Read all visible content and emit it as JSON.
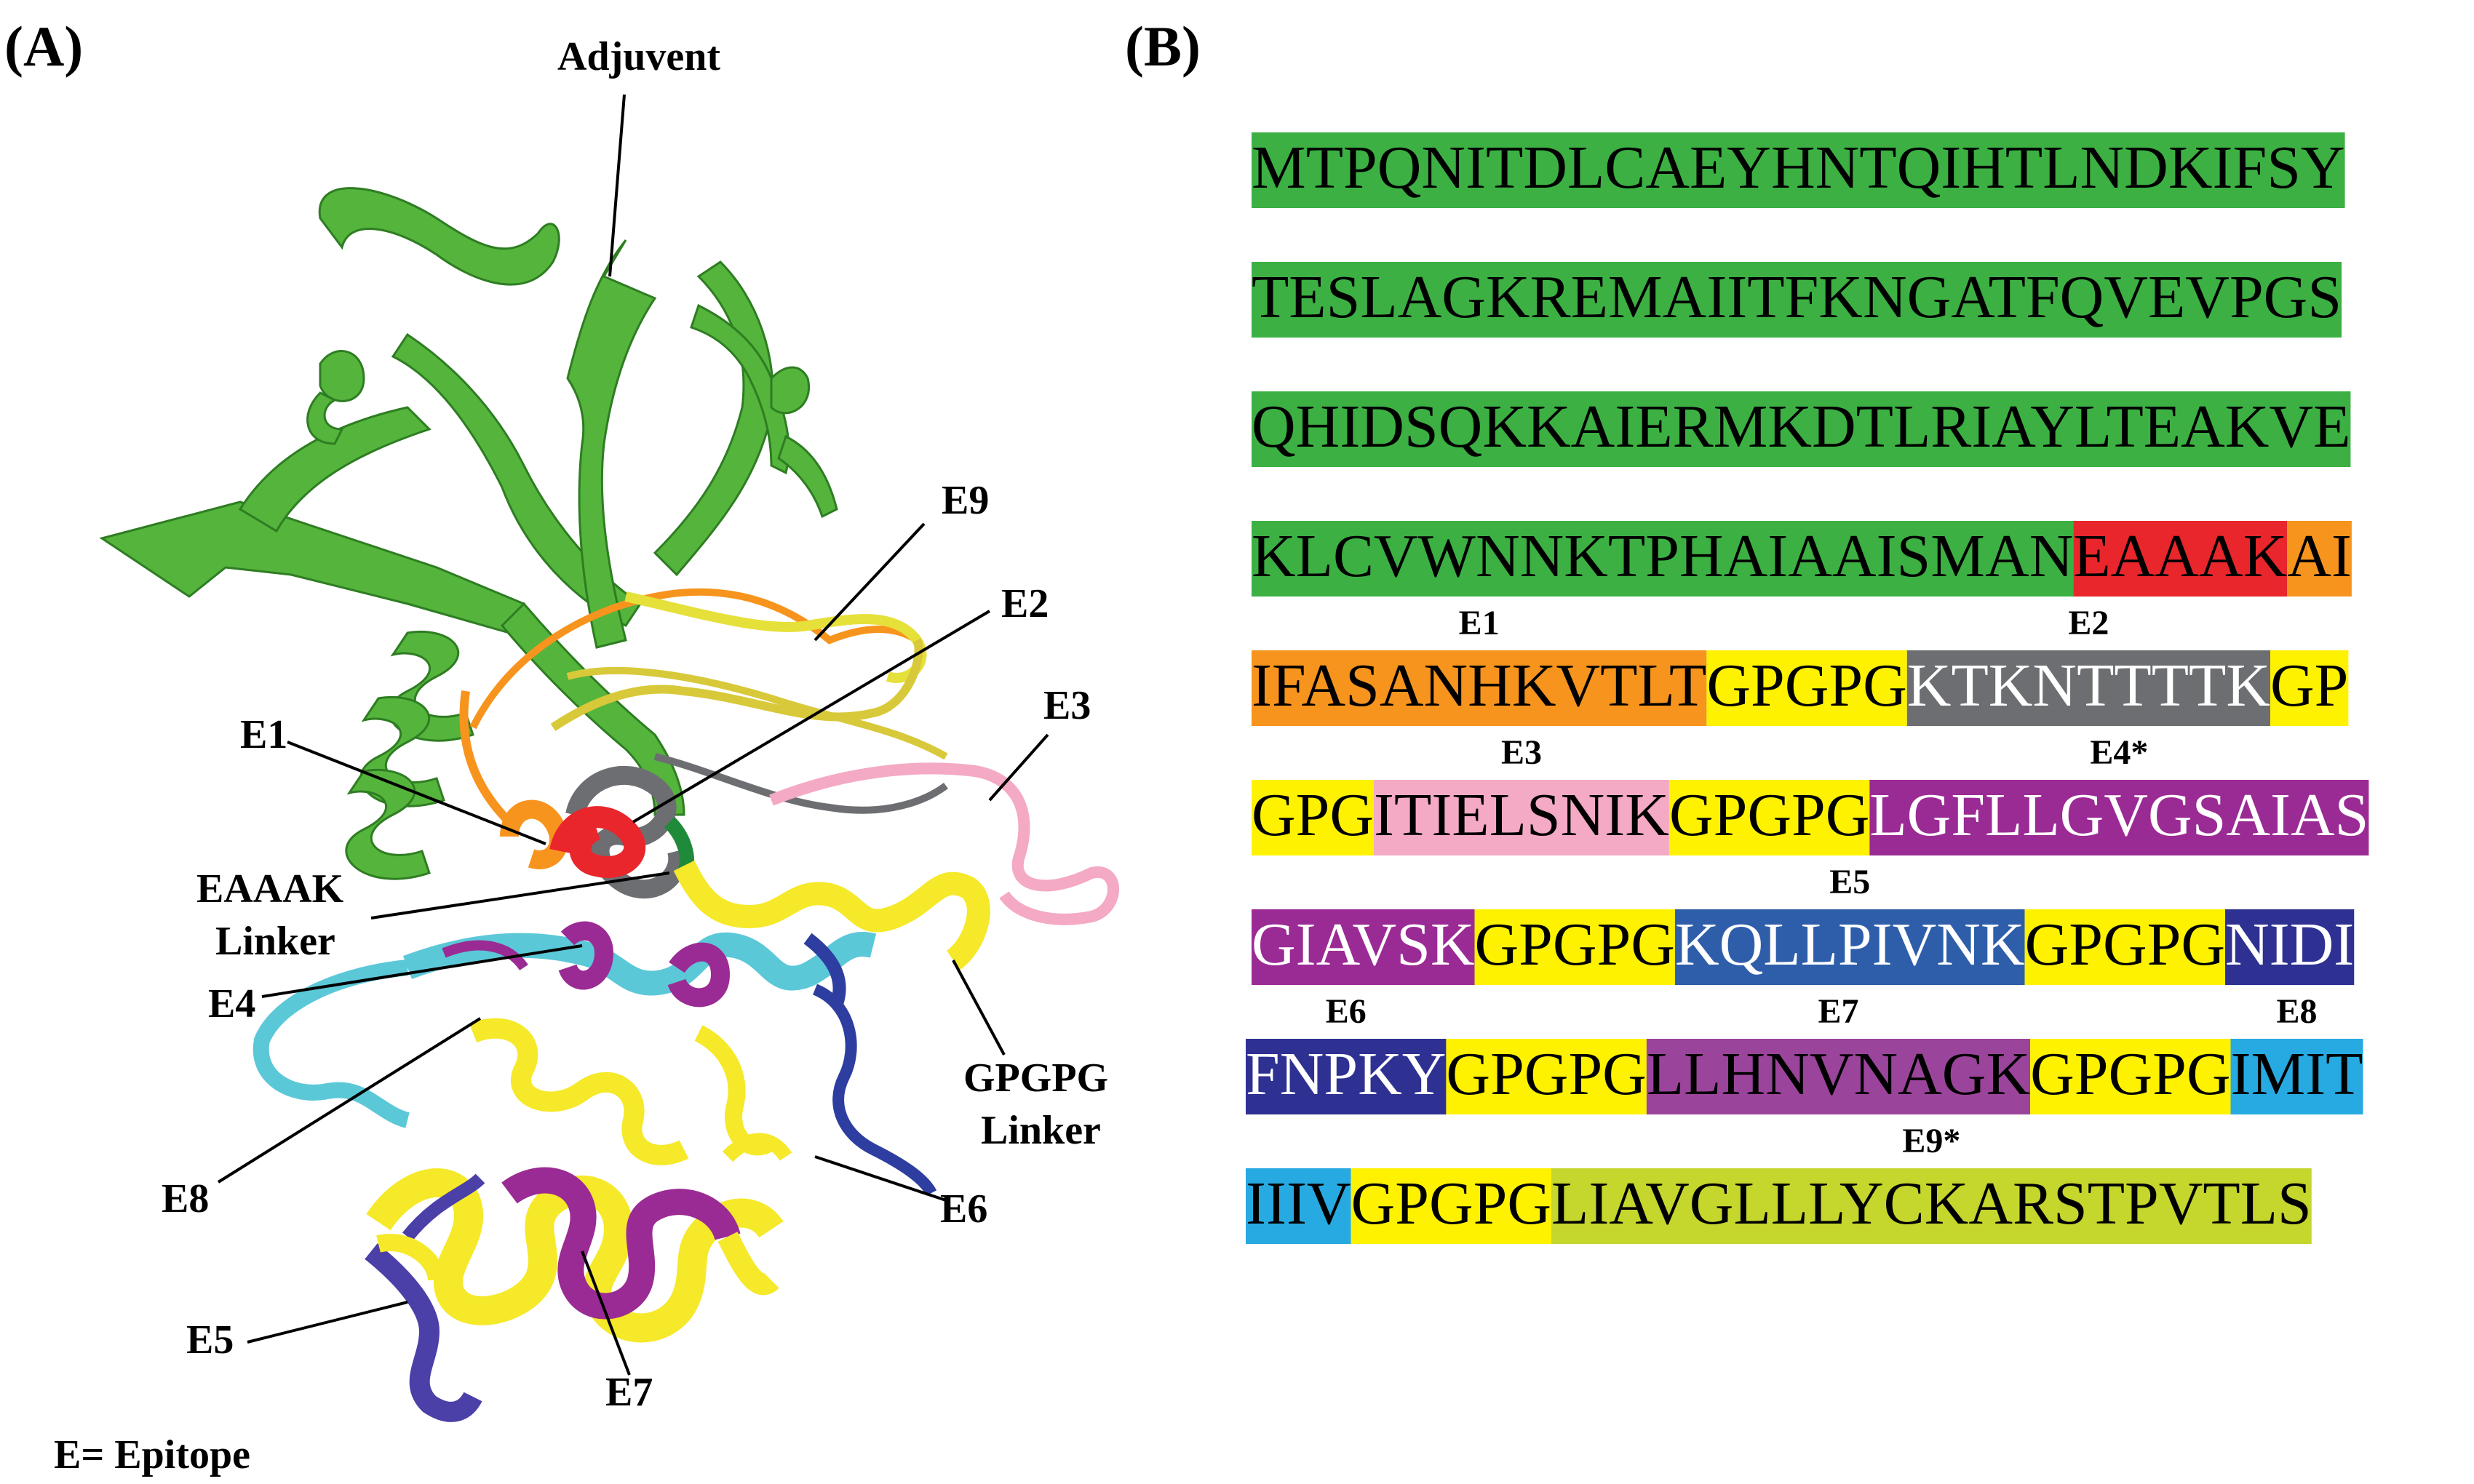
{
  "panels": {
    "a": "(A)",
    "b": "(B)"
  },
  "structure_labels": {
    "adjuvent": "Adjuvent",
    "e1": "E1",
    "e2": "E2",
    "e3": "E3",
    "e4": "E4",
    "e5": "E5",
    "e6": "E6",
    "e7": "E7",
    "e8": "E8",
    "e9": "E9",
    "eaaak_line1": "EAAAK",
    "eaaak_line2": "Linker",
    "gpgpg_line1": "GPGPG",
    "gpgpg_line2": "Linker",
    "legend": "E= Epitope"
  },
  "sequence_rows": [
    {
      "segments": [
        {
          "text": "MTPQNITDLCAEYHNTQIHTLNDKIFSY",
          "color": "#3cb043",
          "text_color": "#000000"
        }
      ]
    },
    {
      "segments": [
        {
          "text": "TESLAGKREMAIITFKNGATFQVEVPGS",
          "color": "#3cb043",
          "text_color": "#000000"
        }
      ]
    },
    {
      "segments": [
        {
          "text": "QHIDSQKKAIERMKDTLRIAYLTEAKVE",
          "color": "#3cb043",
          "text_color": "#000000"
        }
      ]
    },
    {
      "segments": [
        {
          "text": "KLCVWNNKTPHAIAAISMAN",
          "color": "#3cb043",
          "text_color": "#000000"
        },
        {
          "text": "EAAAK",
          "color": "#e8262c",
          "text_color": "#000000"
        },
        {
          "text": "AI",
          "color": "#f7941d",
          "text_color": "#000000"
        }
      ]
    },
    {
      "segments": [
        {
          "text": "IFASANHKVTLT",
          "color": "#f7941d",
          "text_color": "#000000",
          "label": "E1"
        },
        {
          "text": "GPGPG",
          "color": "#fff200",
          "text_color": "#000000"
        },
        {
          "text": "KTKNTTTTK",
          "color": "#6d6e71",
          "text_color": "#ffffff",
          "label": "E2"
        },
        {
          "text": "GP",
          "color": "#fff200",
          "text_color": "#000000"
        }
      ]
    },
    {
      "segments": [
        {
          "text": "GPG",
          "color": "#fff200",
          "text_color": "#000000"
        },
        {
          "text": "ITIELSNIK",
          "color": "#f4a9c4",
          "text_color": "#000000",
          "label": "E3"
        },
        {
          "text": "GPGPG",
          "color": "#fff200",
          "text_color": "#000000"
        },
        {
          "text": "LGFLLGVGSAIAS",
          "color": "#9b2b94",
          "text_color": "#ffffff",
          "label": "E4*"
        }
      ]
    },
    {
      "segments": [
        {
          "text": "GIAVSK",
          "color": "#9b2b94",
          "text_color": "#ffffff"
        },
        {
          "text": "GPGPG",
          "color": "#fff200",
          "text_color": "#000000"
        },
        {
          "text": "KQLLPIVNK",
          "color": "#2e5ea9",
          "text_color": "#ffffff",
          "label": "E5"
        },
        {
          "text": "GPGPG",
          "color": "#fff200",
          "text_color": "#000000"
        },
        {
          "text": "NIDI",
          "color": "#2e3192",
          "text_color": "#ffffff"
        }
      ]
    },
    {
      "segments": [
        {
          "text": "FNPKY",
          "color": "#2e3192",
          "text_color": "#ffffff",
          "label": "E6"
        },
        {
          "text": "GPGPG",
          "color": "#fff200",
          "text_color": "#000000"
        },
        {
          "text": "LLHNVNAGK",
          "color": "#9b449b",
          "text_color": "#000000",
          "label": "E7"
        },
        {
          "text": "GPGPG",
          "color": "#fff200",
          "text_color": "#000000"
        },
        {
          "text": "IMIT",
          "color": "#27aae1",
          "text_color": "#000000",
          "label": "E8"
        }
      ]
    },
    {
      "segments": [
        {
          "text": "IIIV",
          "color": "#27aae1",
          "text_color": "#000000"
        },
        {
          "text": "GPGPG",
          "color": "#fff200",
          "text_color": "#000000"
        },
        {
          "text": "LIAVGLLLYCKARSTPVTLS",
          "color": "#c5d62c",
          "text_color": "#000000",
          "label": "E9*"
        }
      ]
    }
  ],
  "colors": {
    "adjuvant": "#55b43c",
    "e1": "#f7941d",
    "e2": "#6d6e71",
    "e3": "#f4a9c4",
    "e4": "#9b2b94",
    "e5": "#4b3fa8",
    "e6": "#2e3ea0",
    "e7": "#9b2b94",
    "e8": "#5bc8d8",
    "e9": "#e6e03a",
    "eaaak": "#e8262c",
    "gpgpg": "#f5e92a"
  }
}
